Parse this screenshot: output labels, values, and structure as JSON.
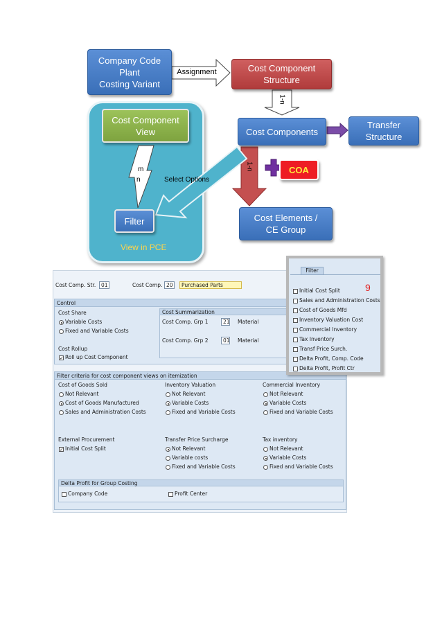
{
  "diagram": {
    "company_code_box": "Company Code\nPlant\nCosting Variant",
    "assignment_label": "Assignment",
    "cost_component_structure": "Cost Component\nStructure",
    "one_to_n_label_1": "1-n",
    "cost_component_view": "Cost Component\nView",
    "cost_components": "Cost Components",
    "transfer_structure": "Transfer\nStructure",
    "one_to_n_label_2": "1-n",
    "coa": "COA",
    "m_label": "m",
    "n_label": "n",
    "select_options": "Select Options",
    "filter": "Filter",
    "view_in_pce": "View in PCE",
    "cost_elements": "Cost Elements /\nCE Group"
  },
  "header": {
    "cost_comp_str_label": "Cost Comp. Str.",
    "cost_comp_str_value": "01",
    "cost_comp_label": "Cost Comp.",
    "cost_comp_value": "20",
    "cost_comp_desc": "Purchased Parts"
  },
  "control": {
    "title": "Control",
    "cost_share_label": "Cost Share",
    "options": [
      {
        "label": "Variable Costs",
        "selected": true
      },
      {
        "label": "Fixed and Variable Costs",
        "selected": false
      }
    ],
    "cost_rollup_label": "Cost Rollup",
    "rollup_checkbox": "Roll up Cost Component",
    "rollup_checked": true
  },
  "summarization": {
    "title": "Cost Summarization",
    "grp1_label": "Cost Comp. Grp 1",
    "grp1_value": "21",
    "grp1_desc": "Material",
    "grp2_label": "Cost Comp. Grp 2",
    "grp2_value": "01",
    "grp2_desc": "Material"
  },
  "filter_popup": {
    "tab": "Filter",
    "count": "9",
    "items": [
      "Initial Cost Split",
      "Sales and Administration Costs",
      "Cost of Goods Mfd",
      "Inventory Valuation Cost",
      "Commercial Inventory",
      "Tax Inventory",
      "Transf Price Surch.",
      "Delta Profit, Comp. Code",
      "Delta Profit, Profit Ctr"
    ]
  },
  "filter_criteria": {
    "title": "Filter criteria for cost component views on itemization",
    "cogs": {
      "label": "Cost of Goods Sold",
      "options": [
        "Not Relevant",
        "Cost of Goods Manufactured",
        "Sales and Administration Costs"
      ],
      "selected": 1
    },
    "inventory_valuation": {
      "label": "Inventory Valuation",
      "options": [
        "Not Relevant",
        "Variable Costs",
        "Fixed and Variable Costs"
      ],
      "selected": 1
    },
    "commercial_inventory": {
      "label": "Commercial Inventory",
      "options": [
        "Not Relevant",
        "Variable Costs",
        "Fixed and Variable Costs"
      ],
      "selected": 1
    },
    "external_procurement": {
      "label": "External Procurement",
      "checkbox": "Initial Cost Split",
      "checked": true
    },
    "transfer_price": {
      "label": "Transfer Price Surcharge",
      "options": [
        "Not Relevant",
        "Variable costs",
        "Fixed and Variable Costs"
      ],
      "selected": 0
    },
    "tax_inventory": {
      "label": "Tax inventory",
      "options": [
        "Not Relevant",
        "Variable Costs",
        "Fixed and Variable Costs"
      ],
      "selected": 1
    },
    "delta_group": {
      "title": "Delta Profit for Group Costing",
      "company_code": "Company Code",
      "profit_center": "Profit Center"
    }
  },
  "colors": {
    "blue_box": "#4a7fc7",
    "red_box": "#c04848",
    "green_box": "#8db34b",
    "teal_frame": "#4fb3cc",
    "coa_red": "#ee1c24",
    "purple": "#7030a0",
    "view_in_pce": "#ffd54a"
  }
}
